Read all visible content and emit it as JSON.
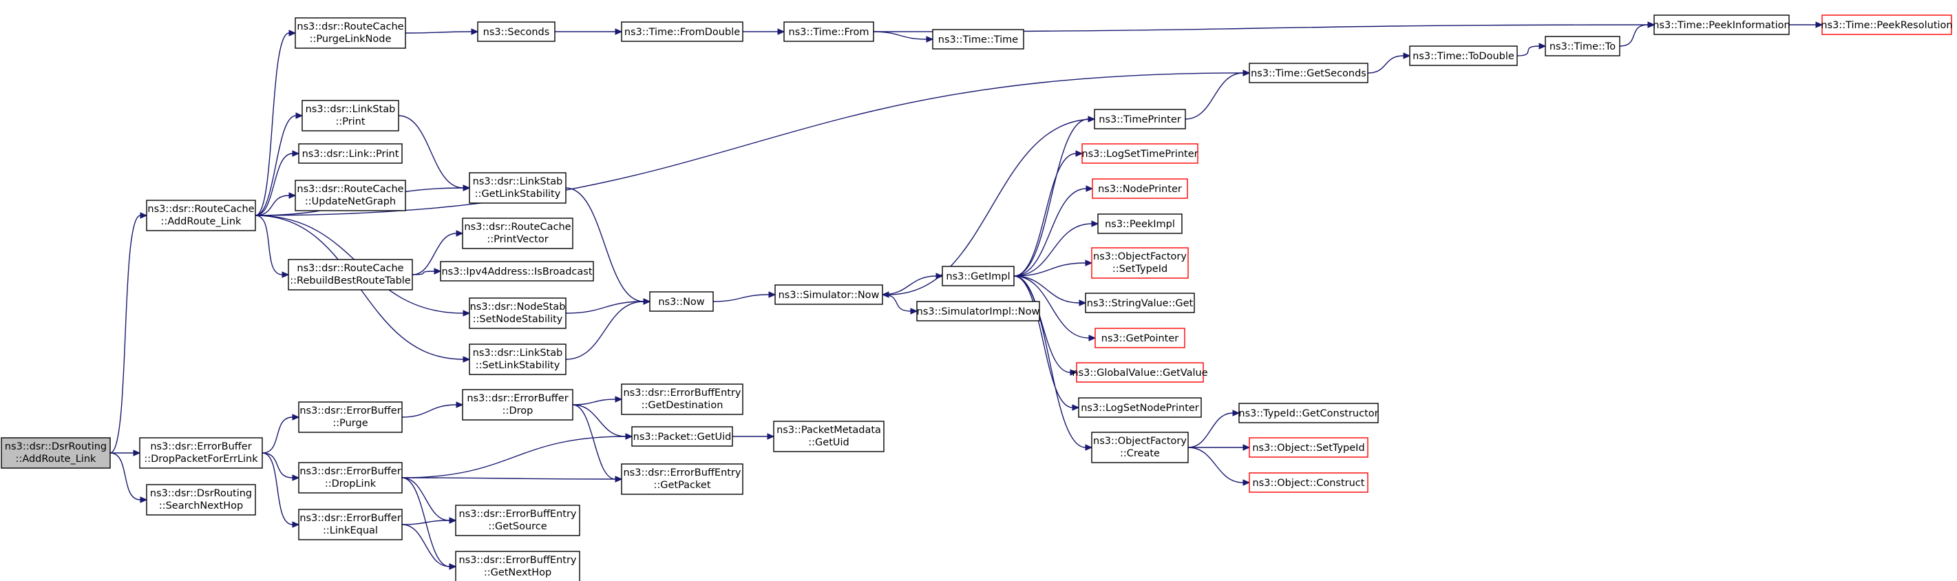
{
  "colors": {
    "edge": "#191970",
    "node_border": "#000000",
    "truncated_node_border": "#ff0000",
    "root_node_fill": "#bfbfbf"
  },
  "nodes": [
    {
      "id": "root",
      "lines": [
        "ns3::dsr::DsrRouting",
        "::AddRoute_Link"
      ],
      "root": true
    },
    {
      "id": "rc_addroute",
      "lines": [
        "ns3::dsr::RouteCache",
        "::AddRoute_Link"
      ]
    },
    {
      "id": "eb_droppkt",
      "lines": [
        "ns3::dsr::ErrorBuffer",
        "::DropPacketForErrLink"
      ]
    },
    {
      "id": "searchnexthop",
      "lines": [
        "ns3::dsr::DsrRouting",
        "::SearchNextHop"
      ]
    },
    {
      "id": "rc_purge",
      "lines": [
        "ns3::dsr::RouteCache",
        "::PurgeLinkNode"
      ]
    },
    {
      "id": "ls_print",
      "lines": [
        "ns3::dsr::LinkStab",
        "::Print"
      ]
    },
    {
      "id": "link_print",
      "lines": [
        "ns3::dsr::Link::Print"
      ]
    },
    {
      "id": "rc_updatenet",
      "lines": [
        "ns3::dsr::RouteCache",
        "::UpdateNetGraph"
      ]
    },
    {
      "id": "rc_rebuild",
      "lines": [
        "ns3::dsr::RouteCache",
        "::RebuildBestRouteTable"
      ]
    },
    {
      "id": "eb_purge",
      "lines": [
        "ns3::dsr::ErrorBuffer",
        "::Purge"
      ]
    },
    {
      "id": "eb_droplink",
      "lines": [
        "ns3::dsr::ErrorBuffer",
        "::DropLink"
      ]
    },
    {
      "id": "eb_linkequal",
      "lines": [
        "ns3::dsr::ErrorBuffer",
        "::LinkEqual"
      ]
    },
    {
      "id": "seconds",
      "lines": [
        "ns3::Seconds"
      ]
    },
    {
      "id": "ls_getstab",
      "lines": [
        "ns3::dsr::LinkStab",
        "::GetLinkStability"
      ]
    },
    {
      "id": "rc_printvector",
      "lines": [
        "ns3::dsr::RouteCache",
        "::PrintVector"
      ]
    },
    {
      "id": "ipv4_bcast",
      "lines": [
        "ns3::Ipv4Address::IsBroadcast"
      ]
    },
    {
      "id": "ns_setnode",
      "lines": [
        "ns3::dsr::NodeStab",
        "::SetNodeStability"
      ]
    },
    {
      "id": "ls_setstab",
      "lines": [
        "ns3::dsr::LinkStab",
        "::SetLinkStability"
      ]
    },
    {
      "id": "eb_drop",
      "lines": [
        "ns3::dsr::ErrorBuffer",
        "::Drop"
      ]
    },
    {
      "id": "ebe_getsource",
      "lines": [
        "ns3::dsr::ErrorBuffEntry",
        "::GetSource"
      ]
    },
    {
      "id": "ebe_getnexthop",
      "lines": [
        "ns3::dsr::ErrorBuffEntry",
        "::GetNextHop"
      ]
    },
    {
      "id": "time_fromdouble",
      "lines": [
        "ns3::Time::FromDouble"
      ]
    },
    {
      "id": "now",
      "lines": [
        "ns3::Now"
      ]
    },
    {
      "id": "ebe_getdest",
      "lines": [
        "ns3::dsr::ErrorBuffEntry",
        "::GetDestination"
      ]
    },
    {
      "id": "packet_getuid",
      "lines": [
        "ns3::Packet::GetUid"
      ]
    },
    {
      "id": "ebe_getpacket",
      "lines": [
        "ns3::dsr::ErrorBuffEntry",
        "::GetPacket"
      ]
    },
    {
      "id": "time_from",
      "lines": [
        "ns3::Time::From"
      ]
    },
    {
      "id": "sim_now",
      "lines": [
        "ns3::Simulator::Now"
      ]
    },
    {
      "id": "pktmeta_getuid",
      "lines": [
        "ns3::PacketMetadata",
        "::GetUid"
      ]
    },
    {
      "id": "time_time",
      "lines": [
        "ns3::Time::Time"
      ]
    },
    {
      "id": "getimpl",
      "lines": [
        "ns3::GetImpl"
      ]
    },
    {
      "id": "simimpl_now",
      "lines": [
        "ns3::SimulatorImpl::Now"
      ]
    },
    {
      "id": "timeprinter",
      "lines": [
        "ns3::TimePrinter"
      ]
    },
    {
      "id": "logsettimeprinter",
      "lines": [
        "ns3::LogSetTimePrinter"
      ],
      "truncated": true
    },
    {
      "id": "nodeprinter",
      "lines": [
        "ns3::NodePrinter"
      ],
      "truncated": true
    },
    {
      "id": "peekimpl",
      "lines": [
        "ns3::PeekImpl"
      ]
    },
    {
      "id": "of_settypeid",
      "lines": [
        "ns3::ObjectFactory",
        "::SetTypeId"
      ],
      "truncated": true
    },
    {
      "id": "stringvalue_get",
      "lines": [
        "ns3::StringValue::Get"
      ]
    },
    {
      "id": "getpointer",
      "lines": [
        "ns3::GetPointer"
      ],
      "truncated": true
    },
    {
      "id": "globalvalue_getvalue",
      "lines": [
        "ns3::GlobalValue::GetValue"
      ],
      "truncated": true
    },
    {
      "id": "logsetnodeprinter",
      "lines": [
        "ns3::LogSetNodePrinter"
      ]
    },
    {
      "id": "of_create",
      "lines": [
        "ns3::ObjectFactory",
        "::Create"
      ]
    },
    {
      "id": "time_getseconds",
      "lines": [
        "ns3::Time::GetSeconds"
      ]
    },
    {
      "id": "typeid_getctor",
      "lines": [
        "ns3::TypeId::GetConstructor"
      ]
    },
    {
      "id": "object_settypeid",
      "lines": [
        "ns3::Object::SetTypeId"
      ],
      "truncated": true
    },
    {
      "id": "object_construct",
      "lines": [
        "ns3::Object::Construct"
      ],
      "truncated": true
    },
    {
      "id": "time_todouble",
      "lines": [
        "ns3::Time::ToDouble"
      ]
    },
    {
      "id": "time_to",
      "lines": [
        "ns3::Time::To"
      ]
    },
    {
      "id": "time_peekinfo",
      "lines": [
        "ns3::Time::PeekInformation"
      ]
    },
    {
      "id": "time_peekres",
      "lines": [
        "ns3::Time::PeekResolution"
      ],
      "truncated": true
    }
  ],
  "edges": [
    [
      "root",
      "rc_addroute"
    ],
    [
      "root",
      "eb_droppkt"
    ],
    [
      "root",
      "searchnexthop"
    ],
    [
      "rc_addroute",
      "rc_purge"
    ],
    [
      "rc_addroute",
      "ls_print"
    ],
    [
      "rc_addroute",
      "link_print"
    ],
    [
      "rc_addroute",
      "rc_updatenet"
    ],
    [
      "rc_addroute",
      "ls_getstab"
    ],
    [
      "rc_addroute",
      "rc_rebuild"
    ],
    [
      "rc_addroute",
      "ns_setnode"
    ],
    [
      "rc_addroute",
      "ls_setstab"
    ],
    [
      "rc_addroute",
      "time_getseconds"
    ],
    [
      "rc_purge",
      "seconds"
    ],
    [
      "seconds",
      "time_fromdouble"
    ],
    [
      "time_fromdouble",
      "time_from"
    ],
    [
      "time_from",
      "time_time"
    ],
    [
      "time_from",
      "time_peekinfo"
    ],
    [
      "ls_print",
      "ls_getstab"
    ],
    [
      "ls_getstab",
      "now"
    ],
    [
      "rc_rebuild",
      "rc_printvector"
    ],
    [
      "rc_rebuild",
      "ipv4_bcast"
    ],
    [
      "ns_setnode",
      "now"
    ],
    [
      "ls_setstab",
      "now"
    ],
    [
      "now",
      "sim_now"
    ],
    [
      "sim_now",
      "getimpl"
    ],
    [
      "sim_now",
      "simimpl_now"
    ],
    [
      "getimpl",
      "timeprinter"
    ],
    [
      "getimpl",
      "logsettimeprinter"
    ],
    [
      "getimpl",
      "nodeprinter"
    ],
    [
      "getimpl",
      "peekimpl"
    ],
    [
      "getimpl",
      "of_settypeid"
    ],
    [
      "getimpl",
      "stringvalue_get"
    ],
    [
      "getimpl",
      "getpointer"
    ],
    [
      "getimpl",
      "globalvalue_getvalue"
    ],
    [
      "getimpl",
      "logsetnodeprinter"
    ],
    [
      "getimpl",
      "of_create"
    ],
    [
      "timeprinter",
      "sim_now"
    ],
    [
      "timeprinter",
      "time_getseconds"
    ],
    [
      "of_create",
      "typeid_getctor"
    ],
    [
      "of_create",
      "object_settypeid"
    ],
    [
      "of_create",
      "object_construct"
    ],
    [
      "time_getseconds",
      "time_todouble"
    ],
    [
      "time_todouble",
      "time_to"
    ],
    [
      "time_to",
      "time_peekinfo"
    ],
    [
      "time_peekinfo",
      "time_peekres"
    ],
    [
      "eb_droppkt",
      "eb_purge"
    ],
    [
      "eb_droppkt",
      "eb_droplink"
    ],
    [
      "eb_droppkt",
      "eb_linkequal"
    ],
    [
      "eb_purge",
      "eb_drop"
    ],
    [
      "eb_drop",
      "ebe_getdest"
    ],
    [
      "eb_drop",
      "packet_getuid"
    ],
    [
      "eb_drop",
      "ebe_getpacket"
    ],
    [
      "eb_droplink",
      "packet_getuid"
    ],
    [
      "eb_droplink",
      "ebe_getpacket"
    ],
    [
      "eb_droplink",
      "ebe_getsource"
    ],
    [
      "eb_droplink",
      "ebe_getnexthop"
    ],
    [
      "eb_linkequal",
      "ebe_getsource"
    ],
    [
      "eb_linkequal",
      "ebe_getnexthop"
    ],
    [
      "packet_getuid",
      "pktmeta_getuid"
    ]
  ]
}
